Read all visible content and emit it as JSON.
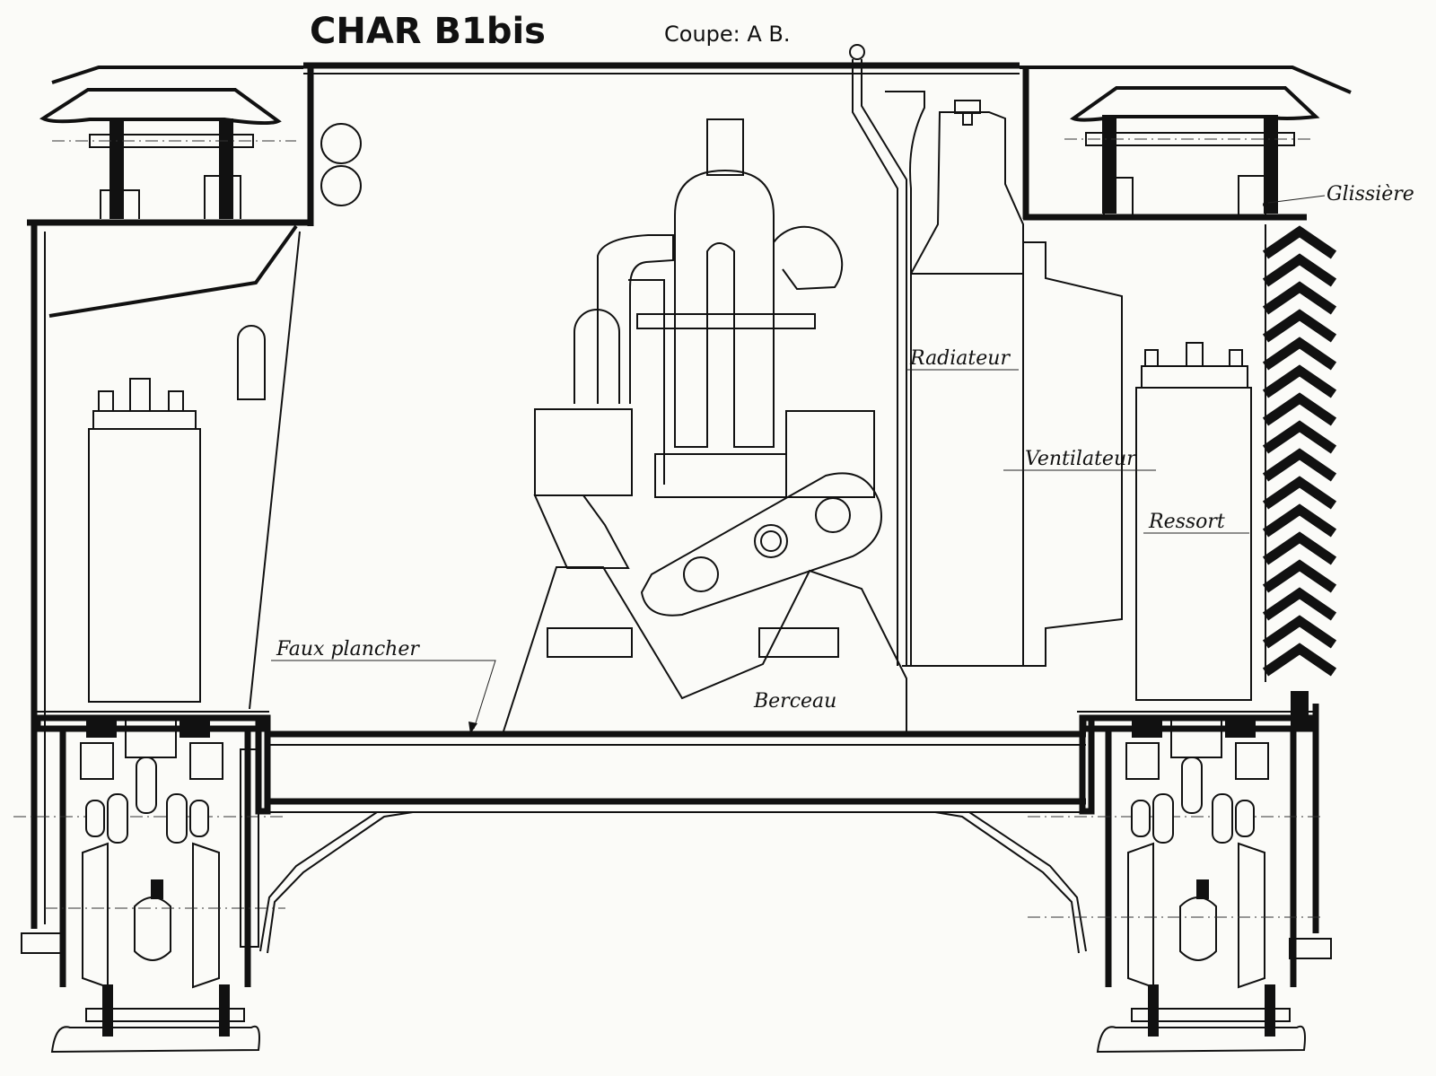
{
  "title": "CHAR B1bis",
  "section": "Coupe: A B.",
  "labels": {
    "glissiere": "Glissière",
    "radiateur": "Radiateur",
    "ventilateur": "Ventilateur",
    "ressort": "Ressort",
    "faux_plancher": "Faux plancher",
    "berceau": "Berceau"
  }
}
